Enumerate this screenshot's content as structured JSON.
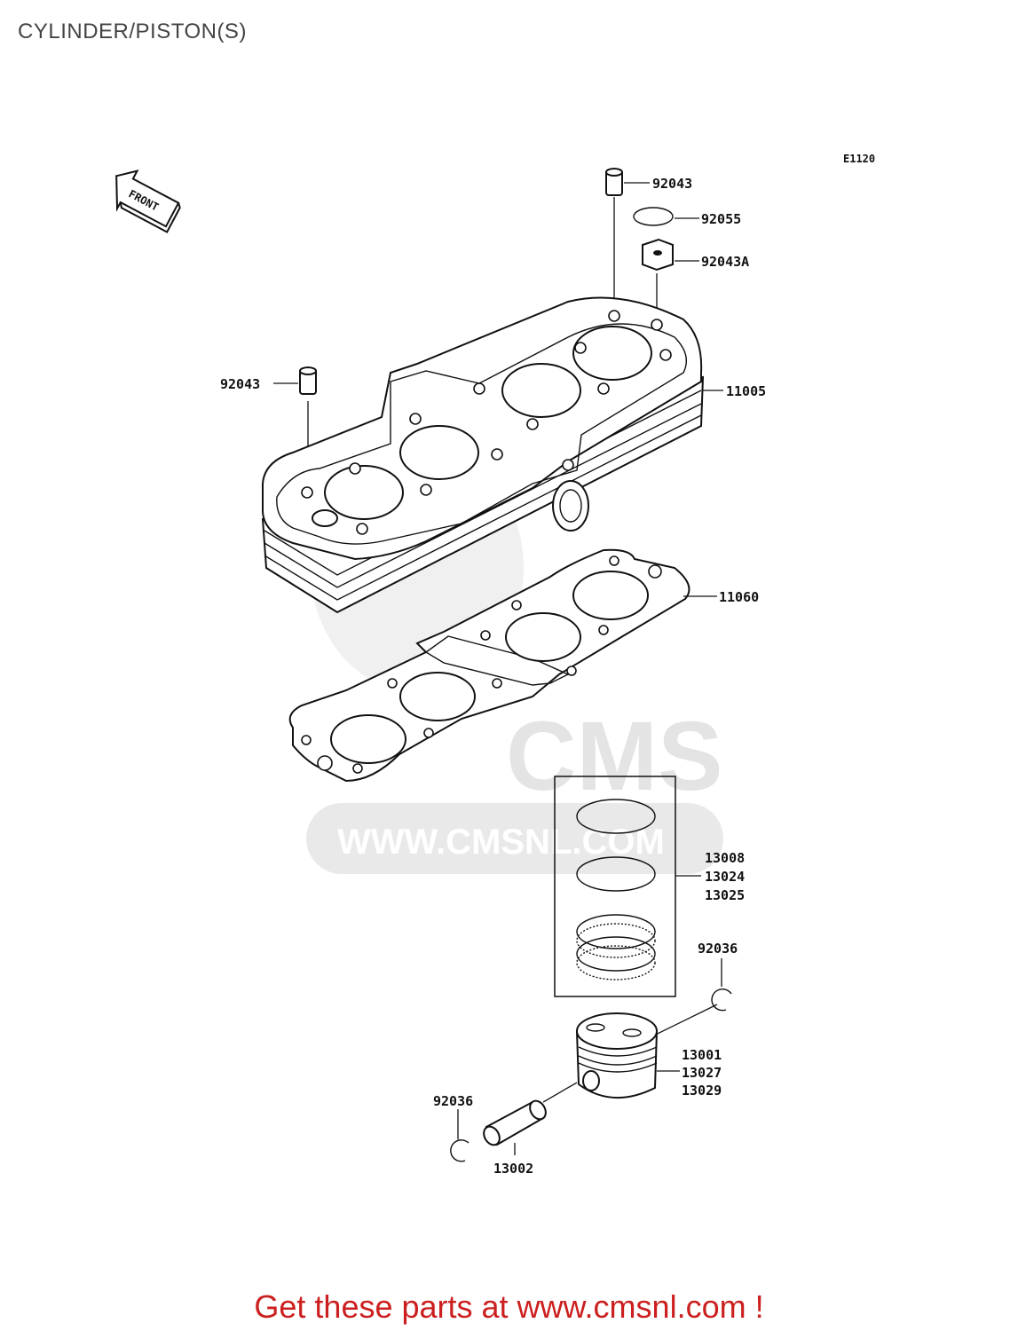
{
  "title": "CYLINDER/PISTON(S)",
  "figure_code": "E1120",
  "front_label": "FRONT",
  "watermark": {
    "brand": "CMS",
    "url": "WWW.CMSNL.COM"
  },
  "callouts": {
    "c92043_top": "92043",
    "c92055": "92055",
    "c92043A": "92043A",
    "c92043_left": "92043",
    "c11005": "11005",
    "c11060": "11060",
    "rings": [
      "13008",
      "13024",
      "13025"
    ],
    "c92036_right": "92036",
    "piston": [
      "13001",
      "13027",
      "13029"
    ],
    "c92036_left": "92036",
    "c13002": "13002"
  },
  "footer": "Get these parts at www.cmsnl.com !"
}
